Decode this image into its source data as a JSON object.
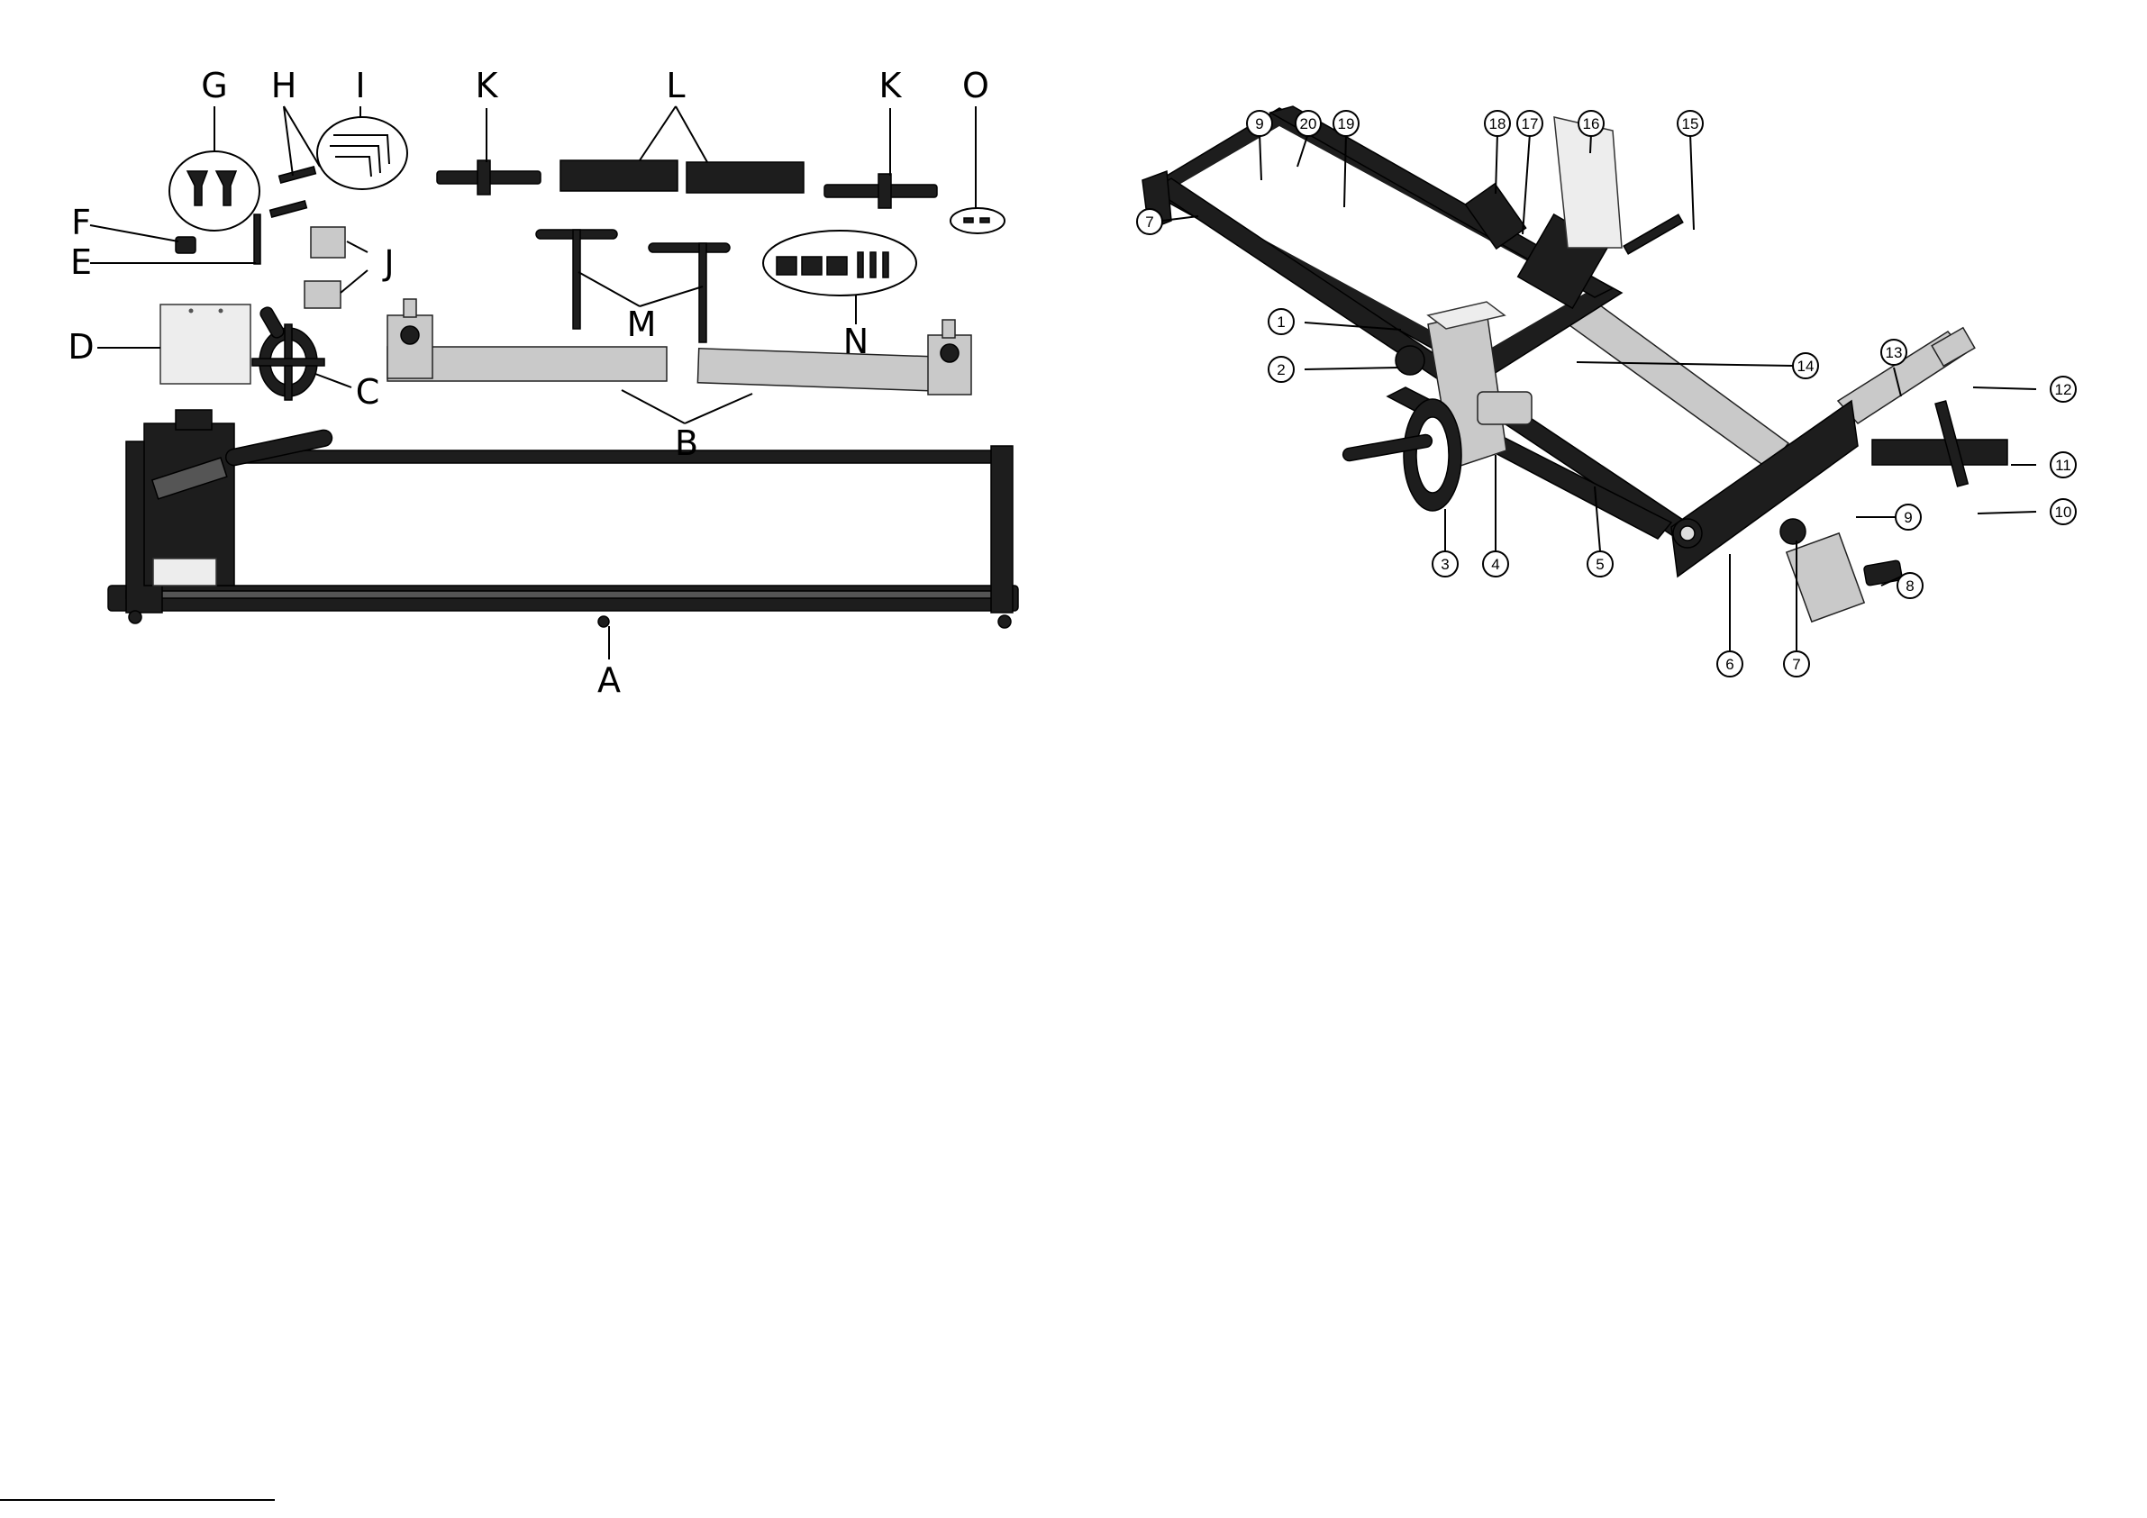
{
  "left_figure": {
    "labels": [
      {
        "id": "G",
        "text": "G"
      },
      {
        "id": "H",
        "text": "H"
      },
      {
        "id": "I",
        "text": "I"
      },
      {
        "id": "K1",
        "text": "K"
      },
      {
        "id": "L",
        "text": "L"
      },
      {
        "id": "K2",
        "text": "K"
      },
      {
        "id": "O",
        "text": "O"
      },
      {
        "id": "F",
        "text": "F"
      },
      {
        "id": "E",
        "text": "E"
      },
      {
        "id": "J",
        "text": "J"
      },
      {
        "id": "M",
        "text": "M"
      },
      {
        "id": "N",
        "text": "N"
      },
      {
        "id": "D",
        "text": "D"
      },
      {
        "id": "C",
        "text": "C"
      },
      {
        "id": "B",
        "text": "B"
      },
      {
        "id": "A",
        "text": "A"
      }
    ]
  },
  "right_figure": {
    "callouts": [
      {
        "id": "c9a",
        "text": "9"
      },
      {
        "id": "c20",
        "text": "20"
      },
      {
        "id": "c19",
        "text": "19"
      },
      {
        "id": "c18",
        "text": "18"
      },
      {
        "id": "c17",
        "text": "17"
      },
      {
        "id": "c16",
        "text": "16"
      },
      {
        "id": "c15",
        "text": "15"
      },
      {
        "id": "c7a",
        "text": "7"
      },
      {
        "id": "c1",
        "text": "1"
      },
      {
        "id": "c2",
        "text": "2"
      },
      {
        "id": "c14",
        "text": "14"
      },
      {
        "id": "c13",
        "text": "13"
      },
      {
        "id": "c12",
        "text": "12"
      },
      {
        "id": "c11",
        "text": "11"
      },
      {
        "id": "c10",
        "text": "10"
      },
      {
        "id": "c9b",
        "text": "9"
      },
      {
        "id": "c8",
        "text": "8"
      },
      {
        "id": "c3",
        "text": "3"
      },
      {
        "id": "c4",
        "text": "4"
      },
      {
        "id": "c5",
        "text": "5"
      },
      {
        "id": "c6",
        "text": "6"
      },
      {
        "id": "c7b",
        "text": "7"
      }
    ]
  }
}
